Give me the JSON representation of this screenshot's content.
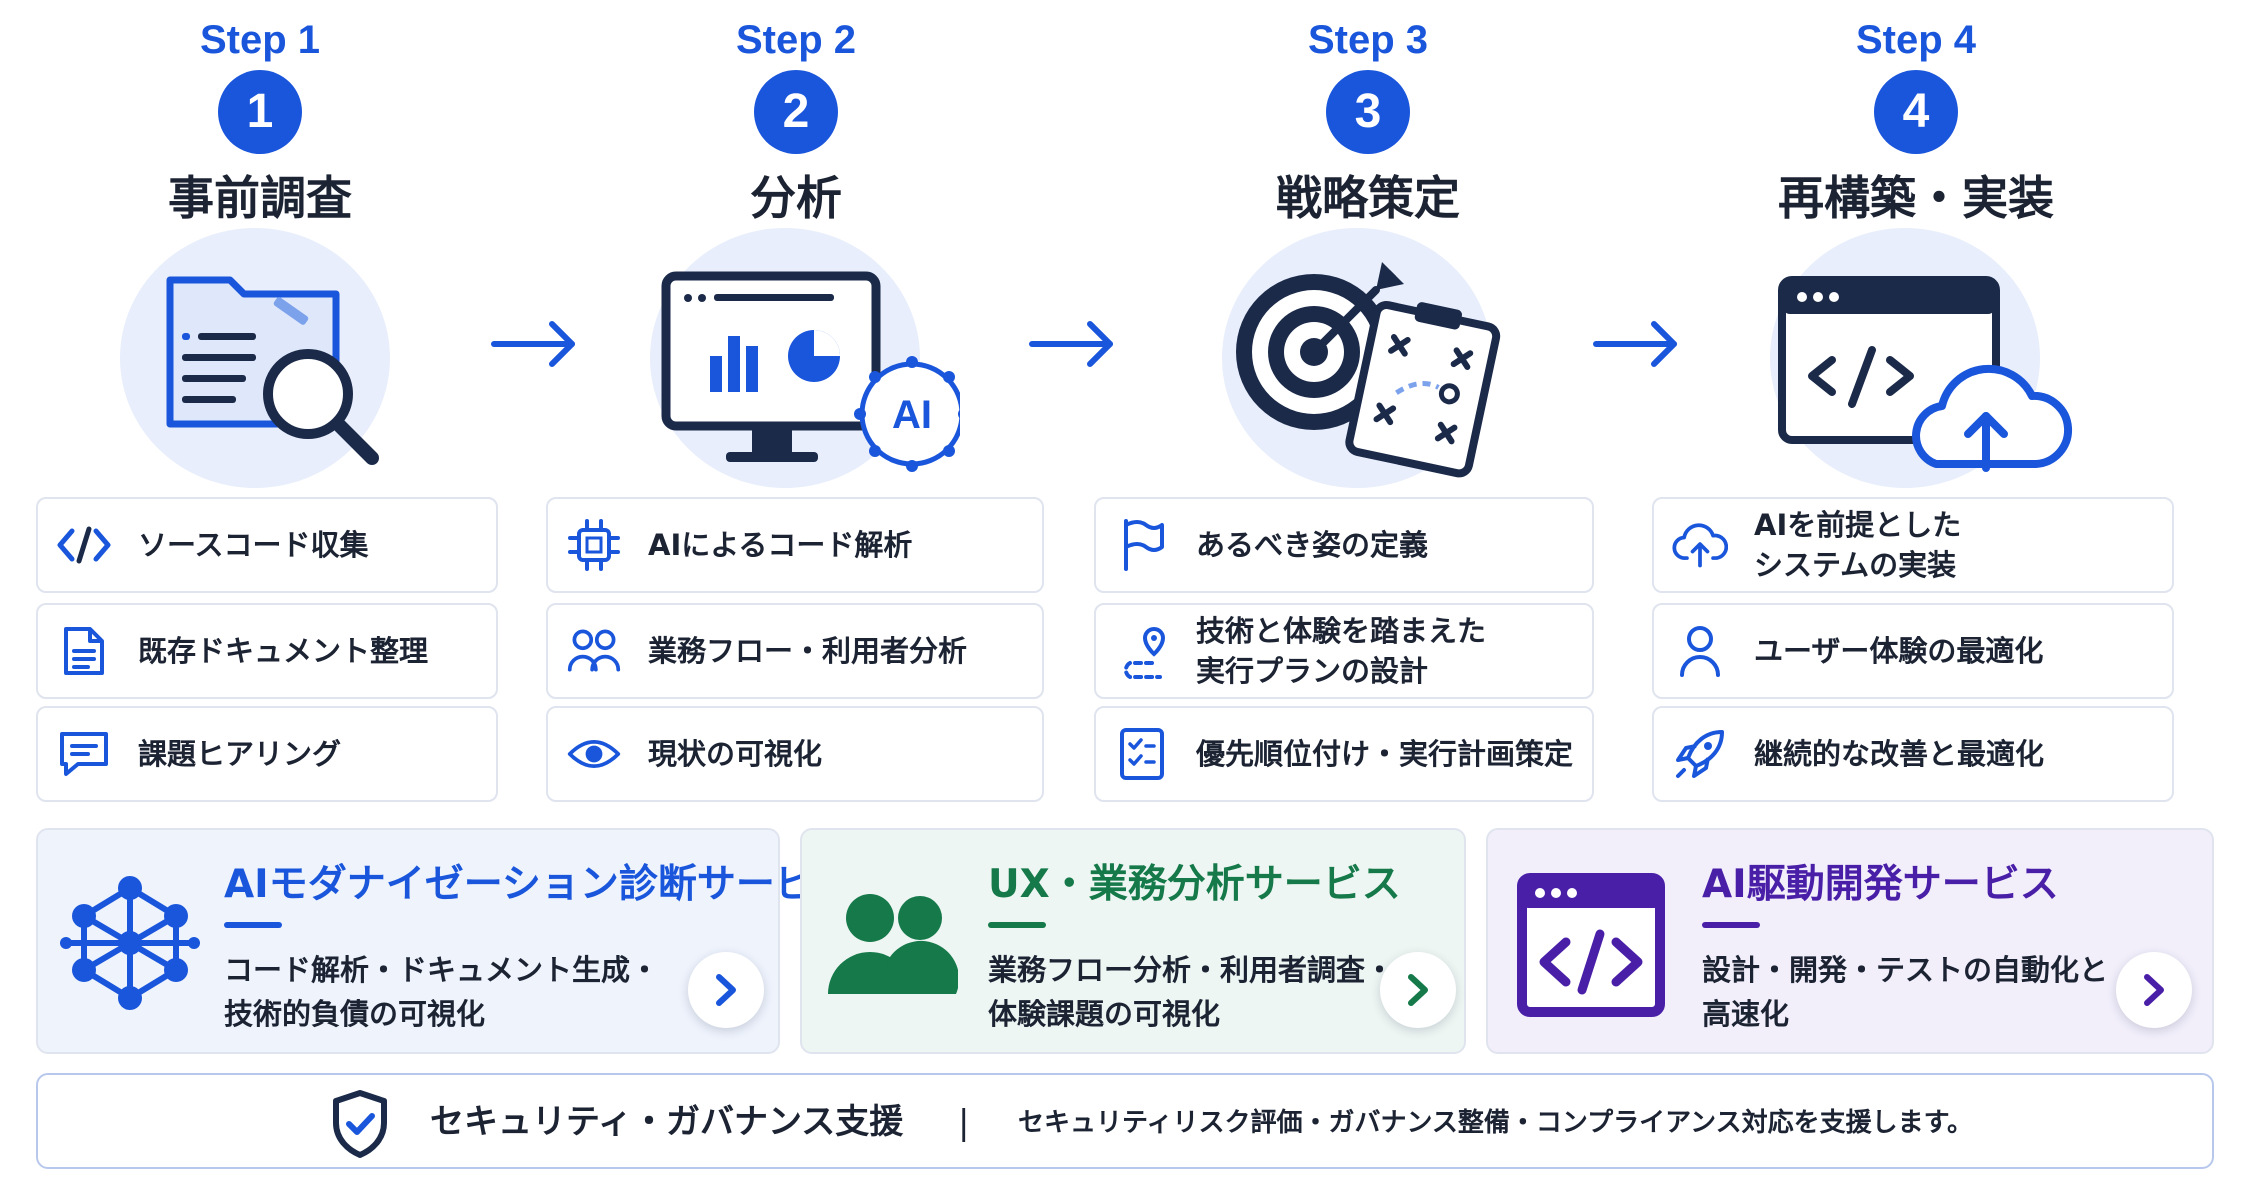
{
  "colors": {
    "primary_blue": "#1a56db",
    "navy": "#1c2a4a",
    "green": "#15794a",
    "purple": "#4a1fa8"
  },
  "steps": [
    {
      "label": "Step 1",
      "number": "1",
      "title": "事前調査",
      "illustration": "folder-magnifier-icon",
      "tasks": [
        {
          "icon": "code-icon",
          "label": "ソースコード収集"
        },
        {
          "icon": "document-icon",
          "label": "既存ドキュメント整理"
        },
        {
          "icon": "chat-icon",
          "label": "課題ヒアリング"
        }
      ]
    },
    {
      "label": "Step 2",
      "number": "2",
      "title": "分析",
      "illustration": "monitor-chart-ai-icon",
      "illustration_text": "AI",
      "tasks": [
        {
          "icon": "chip-icon",
          "label": "AIによるコード解析"
        },
        {
          "icon": "users-icon",
          "label": "業務フロー・利用者分析"
        },
        {
          "icon": "eye-icon",
          "label": "現状の可視化"
        }
      ]
    },
    {
      "label": "Step 3",
      "number": "3",
      "title": "戦略策定",
      "illustration": "target-clipboard-icon",
      "tasks": [
        {
          "icon": "flag-icon",
          "label": "あるべき姿の定義"
        },
        {
          "icon": "route-icon",
          "label": "技術と体験を踏まえた\n実行プランの設計"
        },
        {
          "icon": "checklist-icon",
          "label": "優先順位付け・実行計画策定"
        }
      ]
    },
    {
      "label": "Step 4",
      "number": "4",
      "title": "再構築・実装",
      "illustration": "browser-code-cloud-icon",
      "tasks": [
        {
          "icon": "cloud-upload-icon",
          "label": "AIを前提とした\nシステムの実装"
        },
        {
          "icon": "user-icon",
          "label": "ユーザー体験の最適化"
        },
        {
          "icon": "rocket-icon",
          "label": "継続的な改善と最適化"
        }
      ]
    }
  ],
  "services": [
    {
      "icon": "network-icon",
      "title": "AIモダナイゼーション診断サービス",
      "description": "コード解析・ドキュメント生成・\n技術的負債の可視化",
      "color": "#1a56db",
      "background": "#eef3fc"
    },
    {
      "icon": "people-icon",
      "title": "UX・業務分析サービス",
      "description": "業務フロー分析・利用者調査・\n体験課題の可視化",
      "color": "#15794a",
      "background": "#eef6f3"
    },
    {
      "icon": "code-window-icon",
      "title": "AI駆動開発サービス",
      "description": "設計・開発・テストの自動化と\n高速化",
      "color": "#4a1fa8",
      "background": "#f2effb"
    }
  ],
  "security": {
    "icon": "shield-check-icon",
    "title": "セキュリティ・ガバナンス支援",
    "separator": "|",
    "description": "セキュリティリスク評価・ガバナンス整備・コンプライアンス対応を支援します。"
  }
}
